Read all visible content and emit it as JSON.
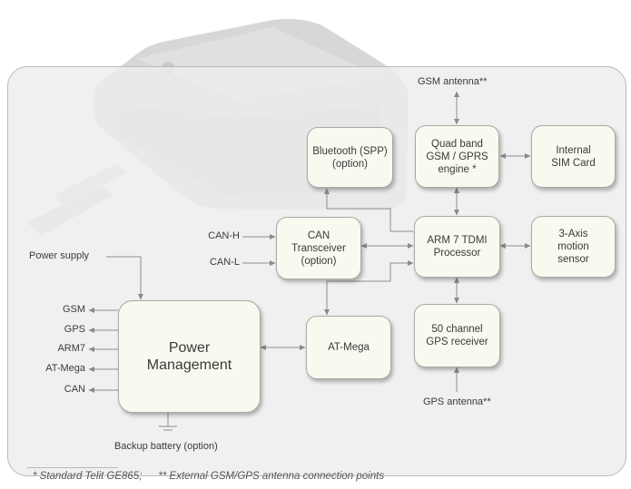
{
  "blocks": {
    "bluetooth": [
      "Bluetooth (SPP)",
      "(option)"
    ],
    "gsm_engine": [
      "Quad band",
      "GSM / GPRS",
      "engine *"
    ],
    "sim_card": [
      "Internal",
      "SIM Card"
    ],
    "can_transceiver": [
      "CAN",
      "Transceiver",
      "(option)"
    ],
    "arm7": [
      "ARM 7 TDMI",
      "Processor"
    ],
    "motion_sensor": [
      "3-Axis",
      "motion",
      "sensor"
    ],
    "power_management": [
      "Power",
      "Management"
    ],
    "atmega": [
      "AT-Mega"
    ],
    "gps_receiver": [
      "50 channel",
      "GPS receiver"
    ]
  },
  "labels": {
    "gsm_antenna": "GSM antenna**",
    "gps_antenna": "GPS antenna**",
    "can_h": "CAN-H",
    "can_l": "CAN-L",
    "power_supply": "Power supply",
    "backup_battery": "Backup battery (option)",
    "power_outputs": [
      "GSM",
      "GPS",
      "ARM7",
      "AT-Mega",
      "CAN"
    ]
  },
  "footnotes": {
    "star": "* Standard Telit GE865;",
    "double_star": "** External GSM/GPS antenna connection points"
  }
}
